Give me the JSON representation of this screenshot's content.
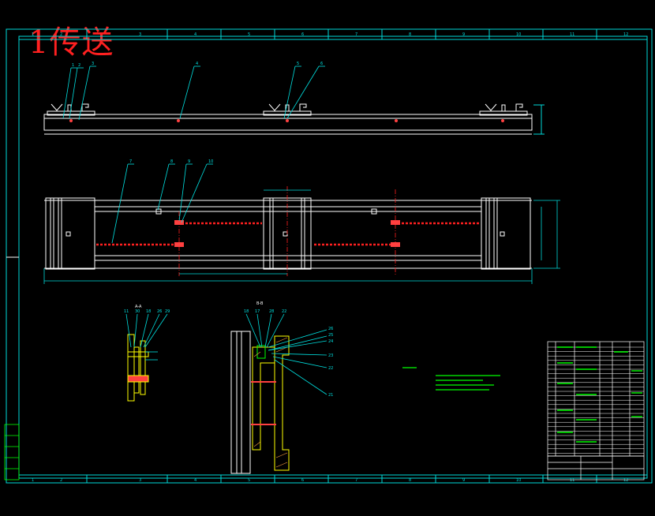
{
  "title": "1传送",
  "colors": {
    "frame": "#00d8d8",
    "body": "#ffffff",
    "highlight": "#ff2020",
    "leader": "#00e0e0",
    "green": "#00ff00",
    "yellow": "#ffff00",
    "title": "#ff2020"
  },
  "zone_labels": [
    "1",
    "2",
    "3",
    "4",
    "5",
    "6",
    "7",
    "8",
    "9",
    "10",
    "11",
    "12"
  ],
  "callouts_top": [
    "1",
    "2",
    "3",
    "4",
    "5",
    "6"
  ],
  "callouts_mid": [
    "7",
    "8",
    "9",
    "10"
  ],
  "view_labels": [
    "A-A",
    "B-B"
  ],
  "callouts_detail_left": [
    "11",
    "30",
    "18",
    "26",
    "29"
  ],
  "callouts_detail_right": [
    "18",
    "17",
    "28",
    "22"
  ],
  "callouts_detail_side": [
    "26",
    "25",
    "24",
    "23",
    "22",
    "21"
  ]
}
